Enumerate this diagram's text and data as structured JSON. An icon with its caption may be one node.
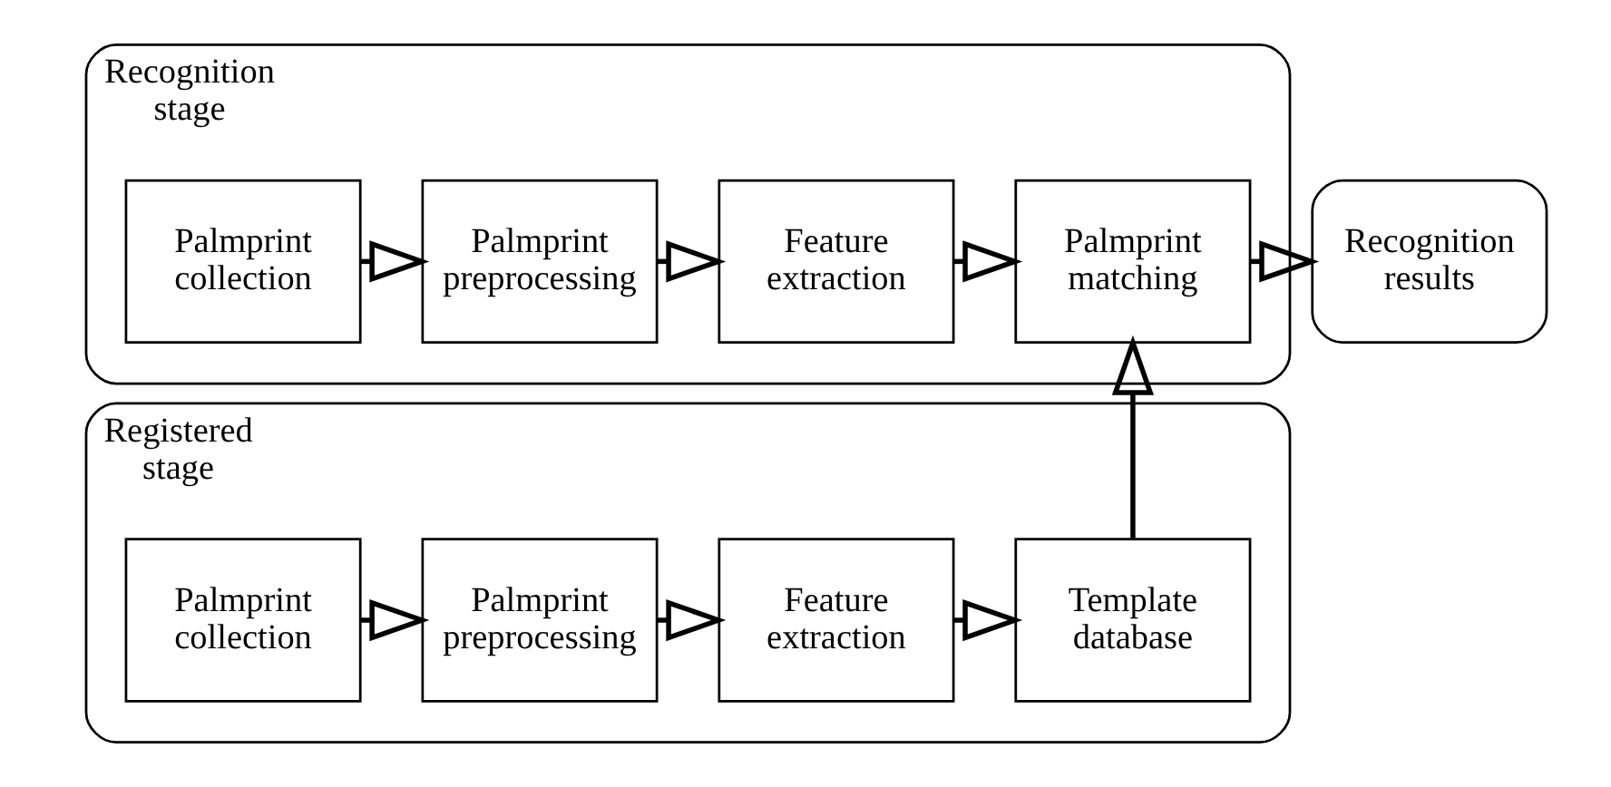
{
  "diagram": {
    "nodes": [
      {
        "text": [
          "Registered stage"
        ]
      },
      {
        "text": [
          "Palmprint collection"
        ],
        "in": 0
      },
      {
        "text": [
          "Palmprint preprocessing"
        ],
        "in": 0
      },
      {
        "text": [
          "Feature extraction"
        ],
        "in": 0
      },
      {
        "text": [
          "Template database"
        ],
        "in": 0
      },
      {
        "text": [
          "Recognition stage"
        ]
      },
      {
        "text": [
          "Palmprint collection"
        ],
        "in": 5
      },
      {
        "text": [
          "Palmprint preprocessing"
        ],
        "in": 5
      },
      {
        "text": [
          "Feature extraction"
        ],
        "in": 5
      },
      {
        "text": [
          "Palmprint matching"
        ],
        "in": 5
      },
      {
        "text": [
          "Recognition results"
        ]
      }
    ],
    "edges": [
      {
        "from": 1,
        "to": 2,
        "arrow": "to"
      },
      {
        "from": 2,
        "to": 3,
        "arrow": "to"
      },
      {
        "from": 3,
        "to": 4,
        "arrow": "to"
      },
      {
        "from": 4,
        "to": 9,
        "arrow": "to"
      },
      {
        "from": 6,
        "to": 7,
        "arrow": "to"
      },
      {
        "from": 7,
        "to": 8,
        "arrow": "to"
      },
      {
        "from": 8,
        "to": 9,
        "arrow": "to"
      },
      {
        "from": 9,
        "to": 10,
        "arrow": "to"
      }
    ]
  }
}
